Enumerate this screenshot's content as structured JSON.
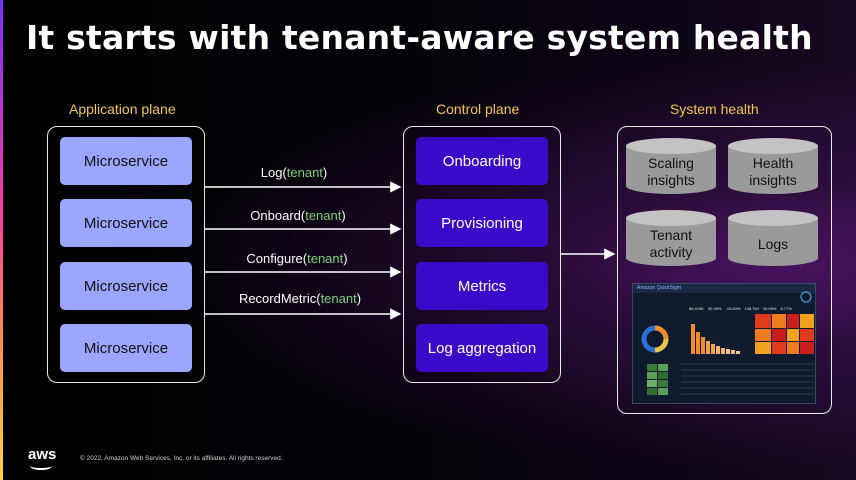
{
  "title": "It starts with tenant-aware system health",
  "sections": {
    "application_plane": "Application plane",
    "control_plane": "Control plane",
    "system_health": "System health"
  },
  "microservices": [
    "Microservice",
    "Microservice",
    "Microservice",
    "Microservice"
  ],
  "control_services": [
    "Onboarding",
    "Provisioning",
    "Metrics",
    "Log aggregation"
  ],
  "arrows": [
    {
      "fn": "Log(",
      "arg": "tenant",
      "close": ")"
    },
    {
      "fn": "Onboard(",
      "arg": "tenant",
      "close": ")"
    },
    {
      "fn": "Configure(",
      "arg": "tenant",
      "close": ")"
    },
    {
      "fn": "RecordMetric(",
      "arg": "tenant",
      "close": ")"
    }
  ],
  "health_stores": [
    {
      "line1": "Scaling",
      "line2": "insights"
    },
    {
      "line1": "Health",
      "line2": "insights"
    },
    {
      "line1": "Tenant",
      "line2": "activity"
    },
    {
      "line1": "Logs",
      "line2": ""
    }
  ],
  "dashboard": {
    "brand": "Amazon QuickSight",
    "kpis": [
      "$9,419K",
      "30.39%",
      "-10.83%",
      "198,784",
      "30.09%",
      "6.77%"
    ]
  },
  "footer": "© 2022, Amazon Web Services, Inc. or its affiliates. All rights reserved.",
  "brand_logo": "aws",
  "colors": {
    "title": "#ffffff",
    "section_label": "#f2c94c",
    "microservice": "#9aa6ff",
    "control_service": "#3b0ac9",
    "tenant_arg": "#7fd07a",
    "cylinder": "#9a9a9a"
  }
}
